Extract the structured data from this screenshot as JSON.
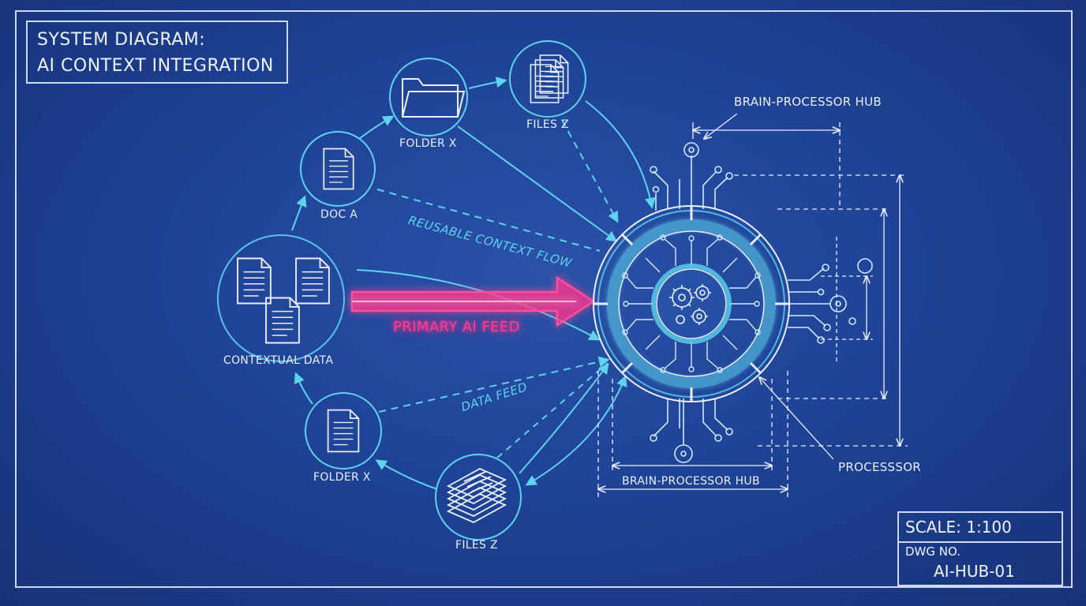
{
  "title": {
    "line1": "SYSTEM DIAGRAM:",
    "line2": "AI CONTEXT INTEGRATION"
  },
  "nodes": {
    "contextual_data": "CONTEXTUAL DATA",
    "doc_a": "DOC A",
    "folder_x_top": "FOLDER X",
    "files_z_top": "FILES Z",
    "folder_x_bottom": "FOLDER X",
    "files_z_bottom": "FILES Z"
  },
  "flows": {
    "primary": "PRIMARY AI FEED",
    "reusable": "REUSABLE CONTEXT FLOW",
    "data_feed": "DATA FEED"
  },
  "hub": {
    "top_callout": "BRAIN-PROCESSOR HUB",
    "bottom_dimension": "BRAIN-PROCESSOR HUB",
    "processor_callout": "PROCESSSOR"
  },
  "title_block": {
    "scale": "SCALE:  1:100",
    "dwg_label": "DWG NO.",
    "dwg_number": "AI-HUB-01"
  },
  "colors": {
    "background": "#1f4396",
    "line": "#5ed3ee",
    "ink": "#e9efff",
    "accent": "#ff2f8a"
  },
  "icons": [
    "document-icon",
    "folder-icon",
    "file-stack-icon",
    "gear-icon",
    "processor-chip-icon"
  ]
}
